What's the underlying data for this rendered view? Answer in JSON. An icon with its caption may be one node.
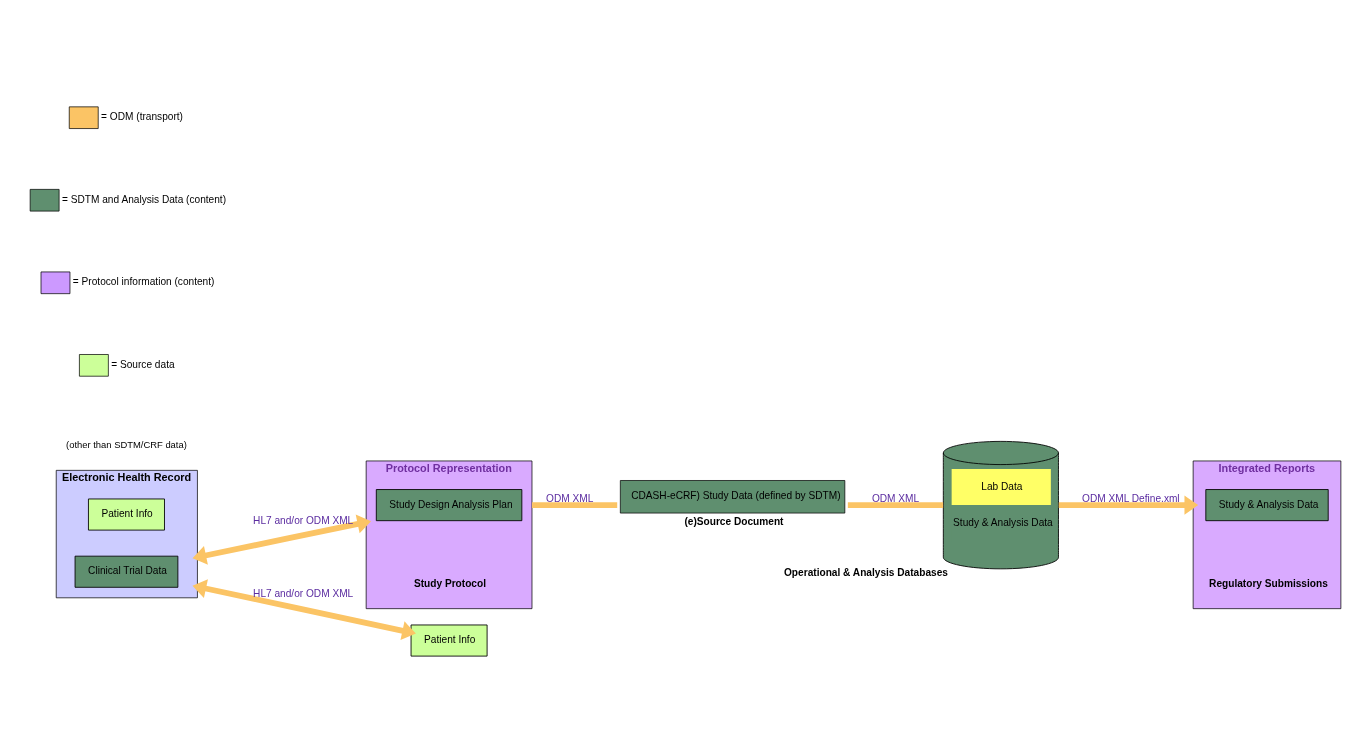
{
  "diagram": {
    "nodes": [
      {
        "text": [
          "Electronic Health Record"
        ]
      },
      {
        "text": [
          "Patient Info"
        ],
        "in": 0
      },
      {
        "text": [
          "Clinical Trial Data"
        ],
        "in": 0
      },
      {
        "text": [
          "Protocol Representation"
        ],
        "beside": [
          "Study Protocol"
        ]
      },
      {
        "text": [
          "Study Design Analysis Plan"
        ],
        "in": 3
      },
      {
        "text": [
          "Patient Info"
        ]
      },
      {
        "text": [
          "CDASH-eCRF) Study Data (defined by SDTM)"
        ],
        "beside": [
          "(e)Source Document"
        ]
      },
      {
        "text": [
          "Lab Data",
          "Study & Analysis Data"
        ],
        "beside": [
          "Operational & Analysis Databases"
        ]
      },
      {
        "text": [
          "Integrated Reports"
        ],
        "beside": [
          "Regulatory Submissions"
        ]
      },
      {
        "text": [
          "Study & Analysis Data"
        ],
        "in": 8
      }
    ],
    "edges": [
      {
        "from": 0,
        "to": 3,
        "arrow": "both",
        "label": "HL7 and/or ODM XML"
      },
      {
        "from": 0,
        "to": 5,
        "arrow": "both",
        "label": "HL7 and/or ODM XML"
      },
      {
        "from": 3,
        "to": 6,
        "arrow": "none",
        "label": "ODM XML"
      },
      {
        "from": 6,
        "to": 7,
        "arrow": "none",
        "label": "ODM XML"
      },
      {
        "from": 7,
        "to": 8,
        "arrow": "to",
        "label": "ODM XML Define.xml"
      }
    ],
    "labels": [
      "(other than SDTM/CRF data)"
    ],
    "legend": [
      {
        "text": "= ODM (transport)",
        "color": "#fbc465"
      },
      {
        "text": "= SDTM and Analysis Data (content)",
        "color": "#5f8f6f"
      },
      {
        "text": "= Protocol information (content)",
        "color": "#cc99ff"
      },
      {
        "text": "= Source data",
        "color": "#ccff99"
      }
    ]
  }
}
